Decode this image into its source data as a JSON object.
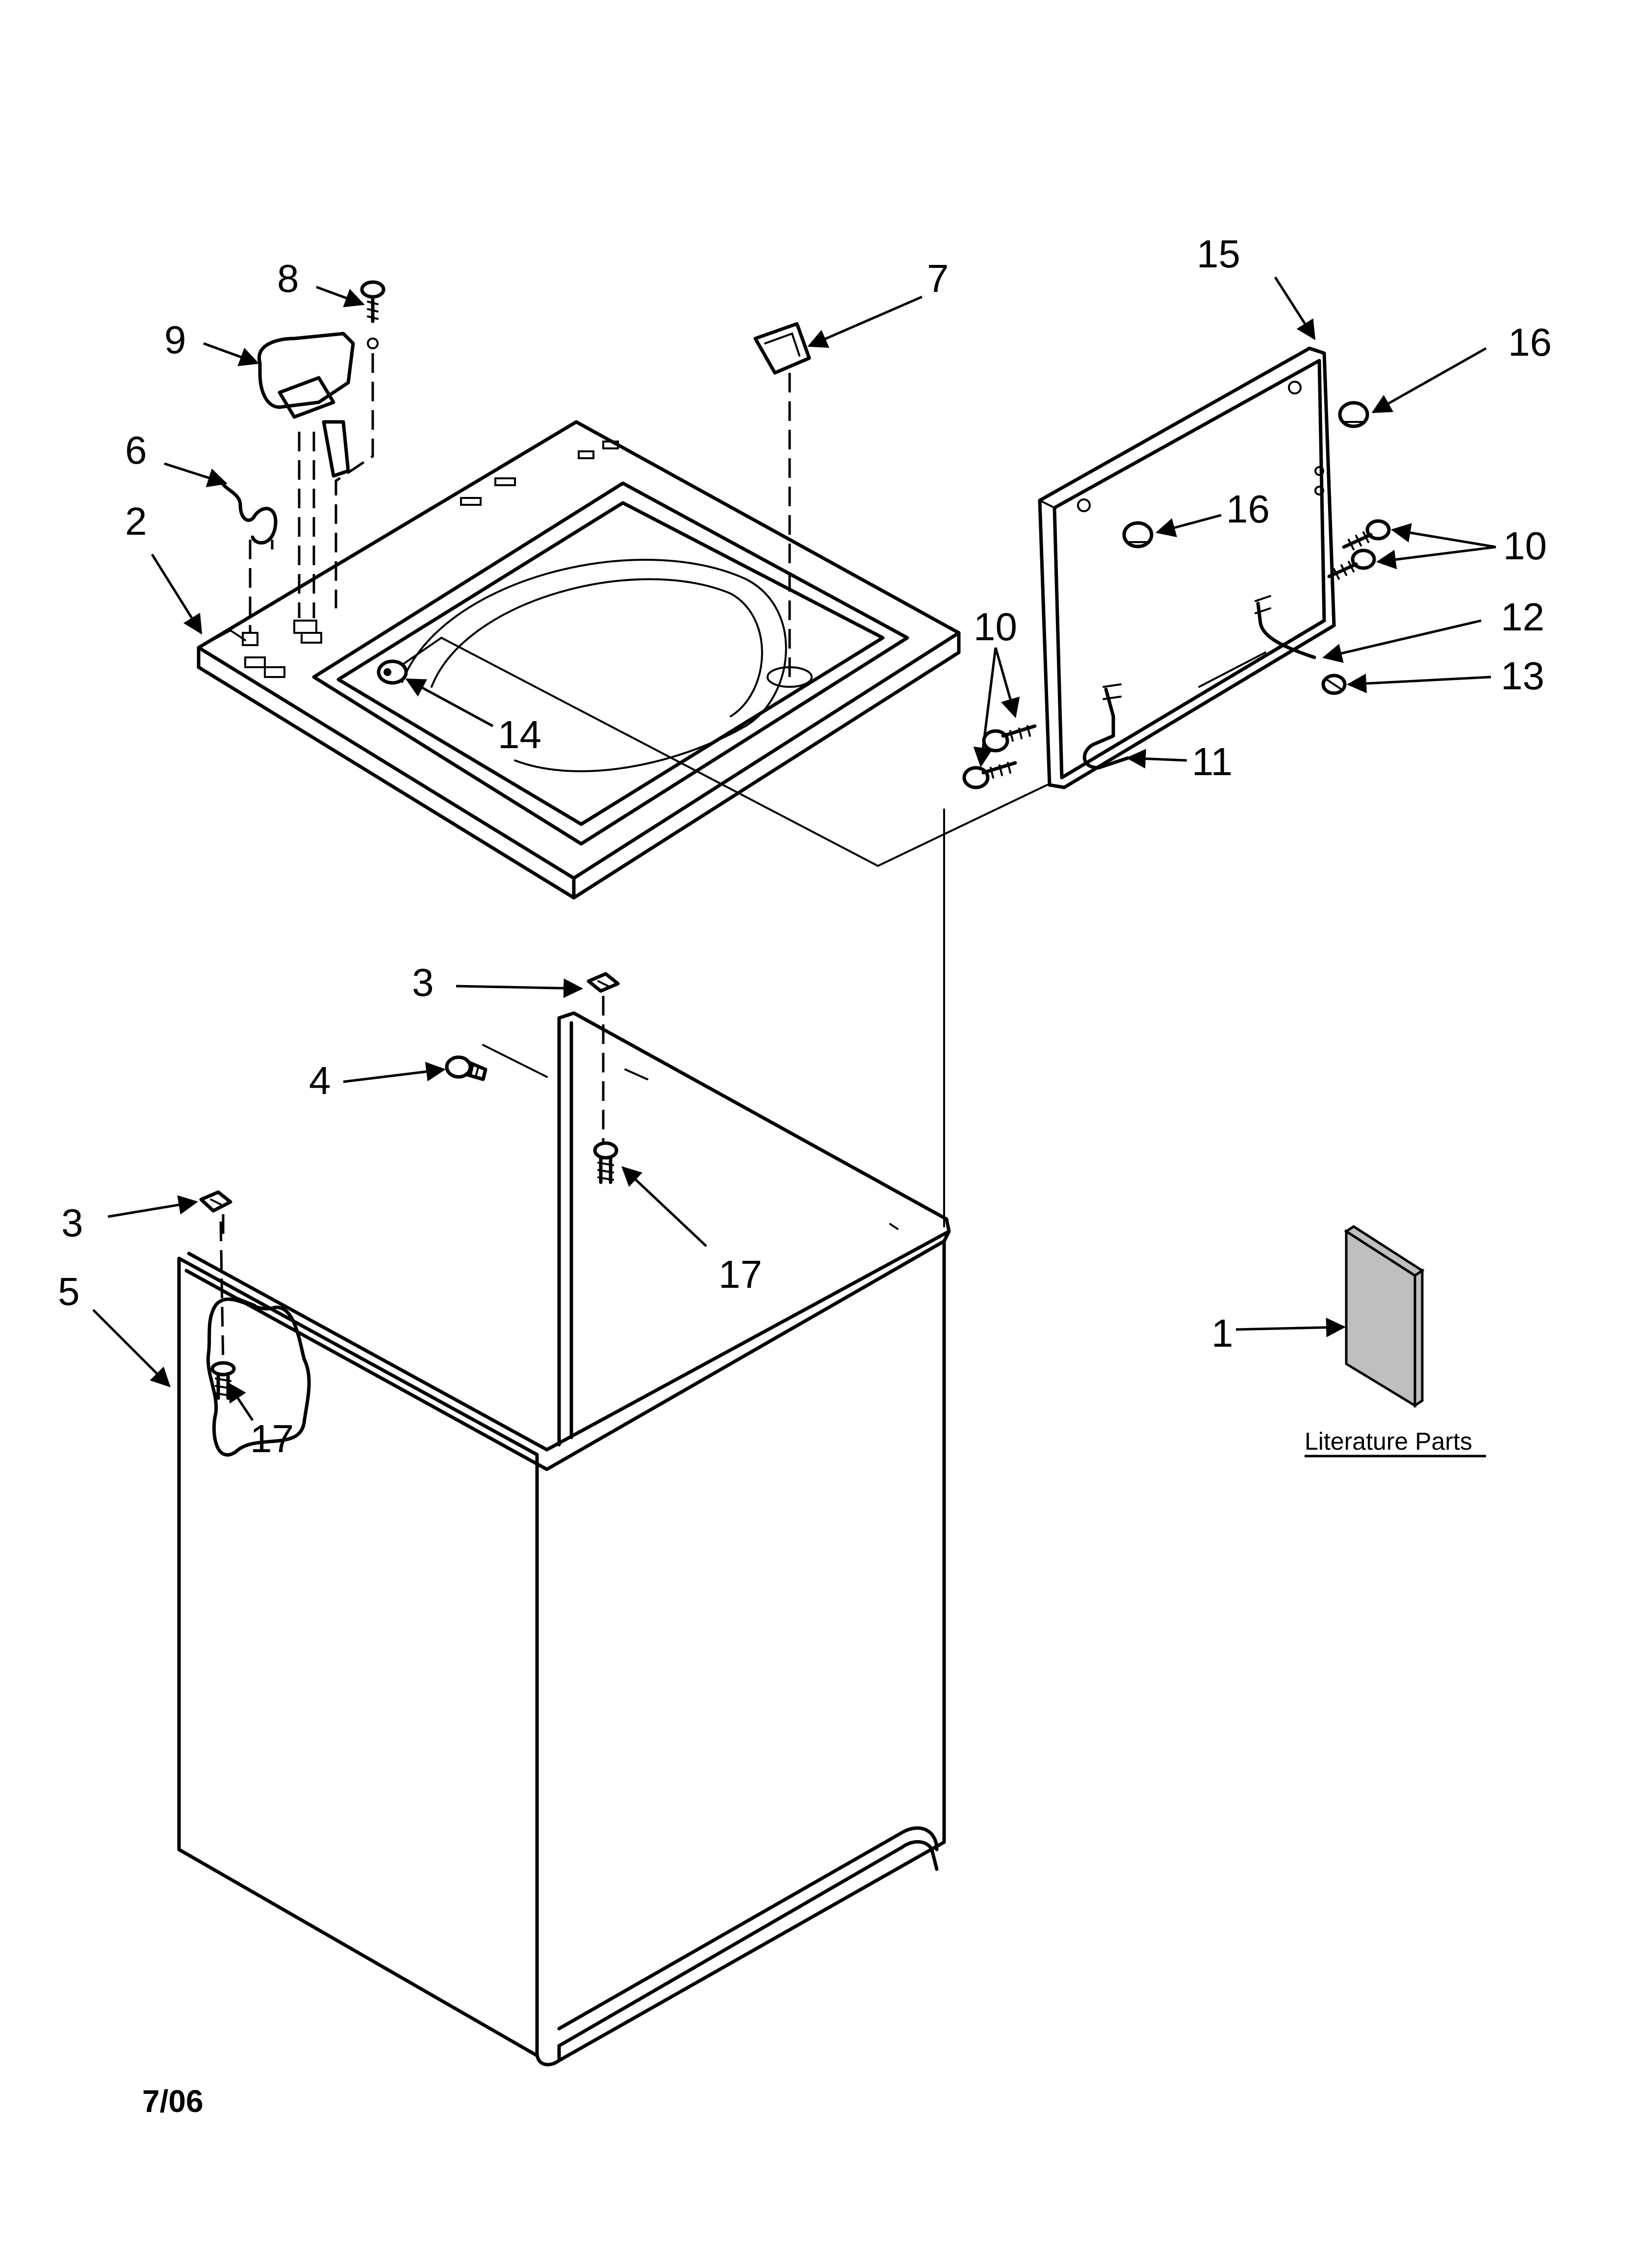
{
  "diagram": {
    "date_code": "7/06",
    "literature_caption": "Literature Parts",
    "callouts": {
      "c1": "1",
      "c2": "2",
      "c3a": "3",
      "c3b": "3",
      "c4": "4",
      "c5": "5",
      "c6": "6",
      "c7": "7",
      "c8": "8",
      "c9": "9",
      "c10a": "10",
      "c10b": "10",
      "c11": "11",
      "c12": "12",
      "c13": "13",
      "c14": "14",
      "c15": "15",
      "c16a": "16",
      "c16b": "16",
      "c17a": "17",
      "c17b": "17"
    }
  }
}
